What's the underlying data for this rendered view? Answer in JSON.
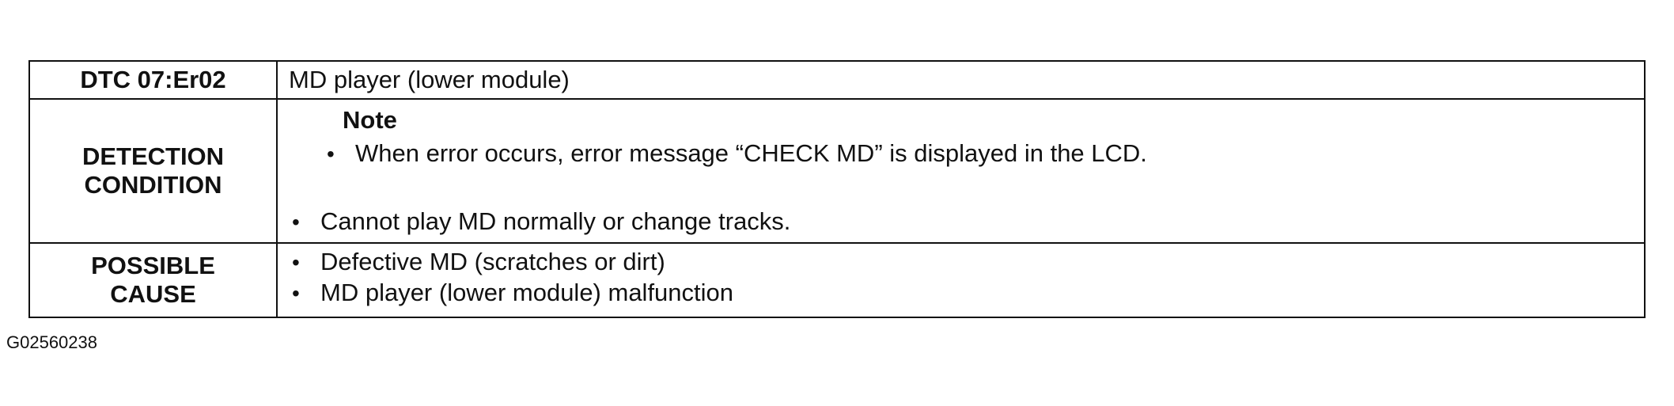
{
  "table": {
    "header": {
      "label": "DTC 07:Er02",
      "value": "MD player (lower module)"
    },
    "detection": {
      "label_line1": "DETECTION",
      "label_line2": "CONDITION",
      "note_title": "Note",
      "note_items": [
        "When error occurs, error message “CHECK MD” is displayed in the LCD."
      ],
      "items": [
        "Cannot play MD normally or change tracks."
      ]
    },
    "cause": {
      "label_line1": "POSSIBLE",
      "label_line2": "CAUSE",
      "items": [
        "Defective MD (scratches or dirt)",
        "MD player (lower module) malfunction"
      ]
    }
  },
  "figure_code": "G02560238",
  "icons": {
    "bullet": "•"
  }
}
